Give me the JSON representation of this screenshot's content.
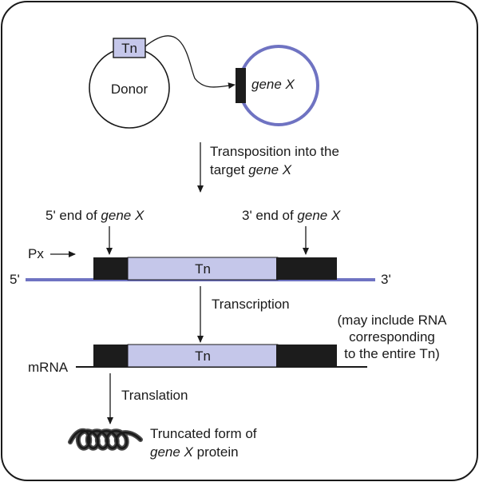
{
  "donor": {
    "label": "Donor",
    "tn_label": "Tn"
  },
  "target": {
    "gene_label": "gene X"
  },
  "step_transposition": {
    "line1": "Transposition into the",
    "line2_prefix": "target ",
    "line2_gene": "gene X"
  },
  "gene_diagram": {
    "five_end_prefix": "5' end of ",
    "five_end_gene": "gene X",
    "three_end_prefix": "3' end of ",
    "three_end_gene": "gene X",
    "promoter_label": "Px",
    "left_end": "5'",
    "right_end": "3'",
    "tn_label": "Tn"
  },
  "step_transcription": {
    "label": "Transcription"
  },
  "mrna_note": {
    "line1": "(may include RNA",
    "line2": "corresponding",
    "line3": "to the entire Tn)"
  },
  "mrna": {
    "label": "mRNA",
    "tn_label": "Tn"
  },
  "step_translation": {
    "label": "Translation"
  },
  "protein": {
    "line1": "Truncated form of",
    "line2_gene": "gene X",
    "line2_suffix": " protein"
  },
  "colors": {
    "tn_fill": "#c5c7ea",
    "dna_blue": "#6f73c2",
    "block_dark": "#1c1c1c"
  }
}
